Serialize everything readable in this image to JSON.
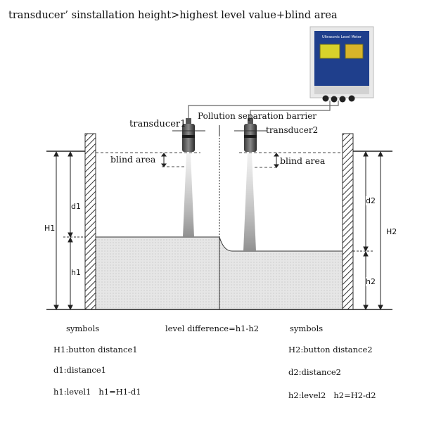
{
  "title": "transducer’ sinstallation height>highest level value+blind area",
  "controller": {
    "panel_label": "Ultrasonic Level Meter"
  },
  "labels": {
    "transducer1": "transducer1",
    "transducer2": "transducer2",
    "barrier": "Pollution separation barrier",
    "blind_left": "blind area",
    "blind_right": "blind area",
    "d1": "d1",
    "h1": "h1",
    "H1": "H1",
    "d2": "d2",
    "h2": "h2",
    "H2": "H2"
  },
  "legend_left": {
    "heading": "symbols",
    "line1": "H1:button distance1",
    "line2": "d1:distance1",
    "line3": "h1:level1   h1=H1-d1"
  },
  "legend_center": {
    "text": "level difference=h1-h2"
  },
  "legend_right": {
    "heading": "symbols",
    "line1": "H2:button distance2",
    "line2": "d2:distance2",
    "line3": "h2:level2   h2=H2-d2"
  },
  "colors": {
    "water": "#e4e4e4",
    "controller_body": "#1f3f8c",
    "screen": "#d8d22a",
    "line": "#222222"
  }
}
